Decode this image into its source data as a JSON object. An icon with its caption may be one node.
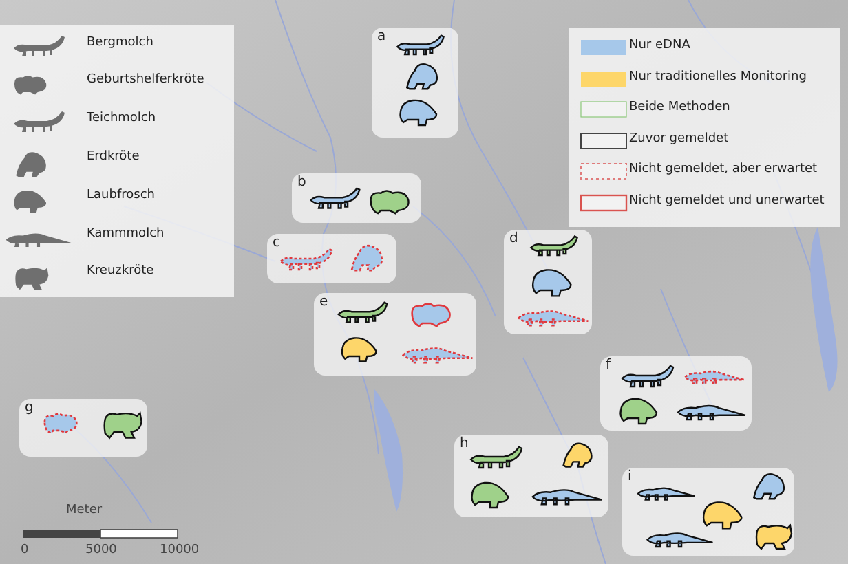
{
  "diagram": {
    "nodes": [
      {
        "text": [
          "a"
        ]
      },
      {
        "text": [
          "b"
        ]
      },
      {
        "text": [
          "c"
        ]
      },
      {
        "text": [
          "d"
        ]
      },
      {
        "text": [
          "e"
        ]
      },
      {
        "text": [
          "f"
        ]
      },
      {
        "text": [
          "g"
        ]
      },
      {
        "text": [
          "h"
        ]
      },
      {
        "text": [
          "i"
        ]
      }
    ],
    "labels": [
      "Meter",
      "0",
      "5000",
      "10000"
    ],
    "legend": [
      {
        "text": "Bergmolch"
      },
      {
        "text": "Geburtshelferkröte"
      },
      {
        "text": "Teichmolch"
      },
      {
        "text": "Erdkröte"
      },
      {
        "text": "Laubfrosch"
      },
      {
        "text": "Kammmolch"
      },
      {
        "text": "Kreuzkröte"
      },
      {
        "text": "Nur eDNA",
        "color": "#a6c8ea"
      },
      {
        "text": "Nur traditionelles Monitoring",
        "color": "#fdd66a"
      },
      {
        "text": "Beide Methoden"
      },
      {
        "text": "Zuvor gemeldet"
      },
      {
        "text": "Nicht gemeldet, aber erwartet"
      },
      {
        "text": "Nicht gemeldet und unerwartet"
      }
    ]
  }
}
